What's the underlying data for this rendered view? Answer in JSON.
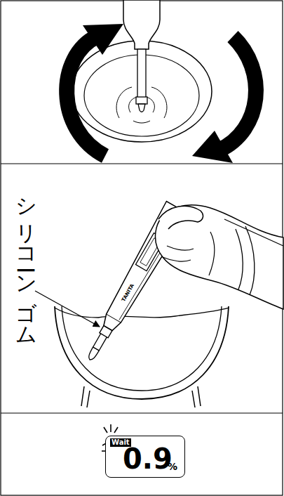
{
  "diagram": {
    "nodes": [
      {
        "text": [
          "Wait",
          "0.9",
          "%"
        ]
      }
    ],
    "labels": [
      "シリコーンゴム",
      "TANITA"
    ]
  }
}
